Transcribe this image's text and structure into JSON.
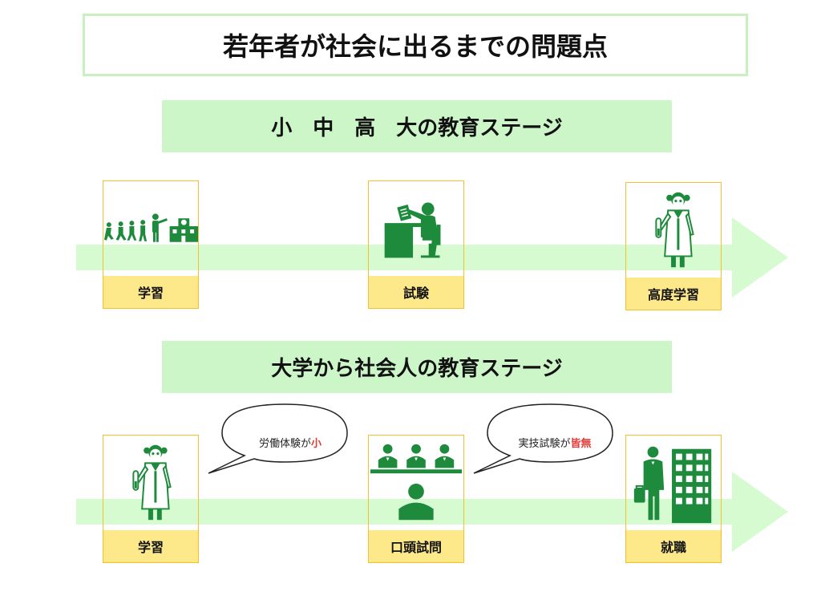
{
  "title": "若年者が社会に出るまでの問題点",
  "stage1": {
    "heading": "小　中　高　大の教育ステージ",
    "cards": [
      {
        "label": "学習",
        "icon": "students-school-icon"
      },
      {
        "label": "試験",
        "icon": "desk-worker-icon"
      },
      {
        "label": "高度学習",
        "icon": "scientist-icon"
      }
    ]
  },
  "stage2": {
    "heading": "大学から社会人の教育ステージ",
    "cards": [
      {
        "label": "学習",
        "icon": "scientist-icon"
      },
      {
        "label": "口頭試問",
        "icon": "interview-panel-icon"
      },
      {
        "label": "就職",
        "icon": "businessman-building-icon"
      }
    ],
    "bubbles": [
      {
        "text": "労働体験が",
        "accent": "小"
      },
      {
        "text": "実技試験が",
        "accent": "皆無"
      }
    ]
  },
  "colors": {
    "icon_green": "#1d8a3c",
    "band_green": "#ccf5c8",
    "arrow_green": "#d6fbd0",
    "label_yellow": "#fde98a",
    "card_border": "#f3c12b",
    "accent_red": "#e53935"
  }
}
